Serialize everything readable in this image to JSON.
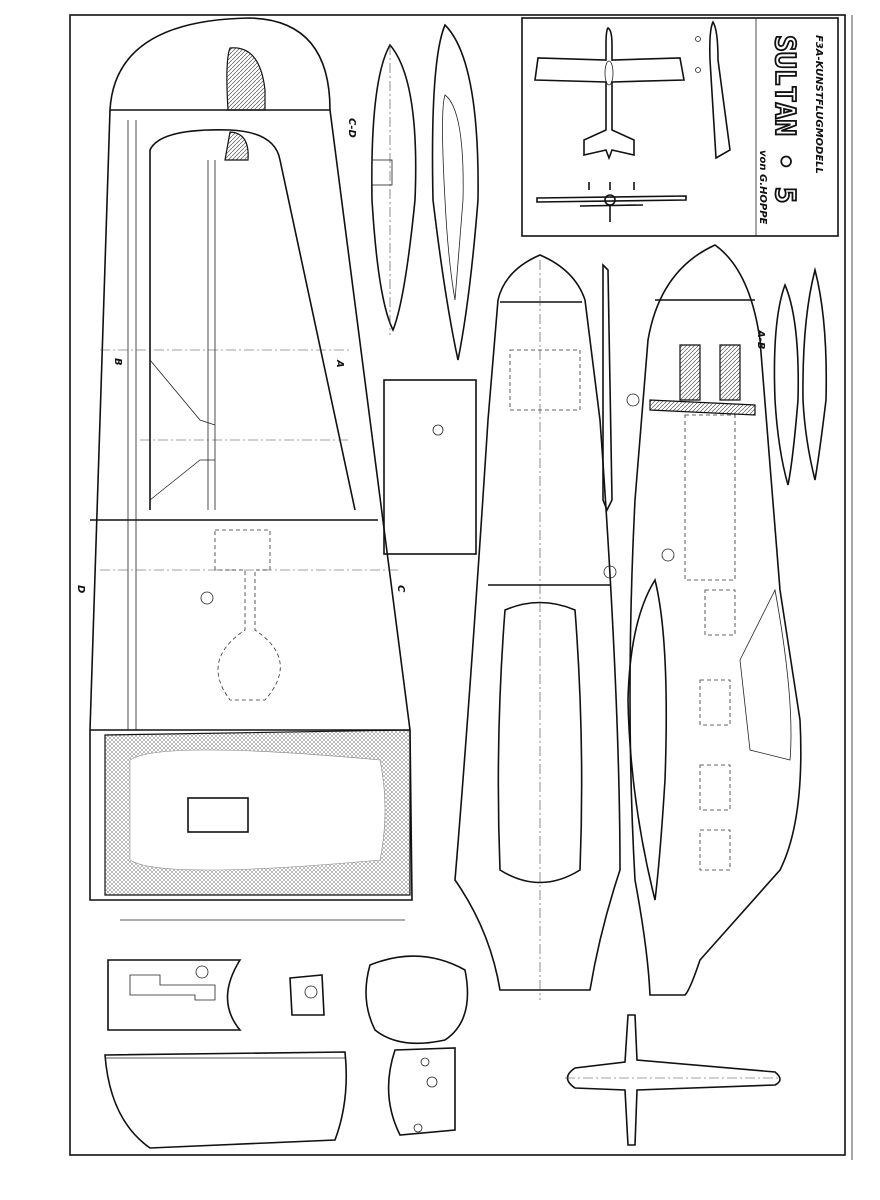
{
  "title_block": {
    "subtitle": "F3A-KUNSTFLUGMODELL",
    "title": "SULTAN • 5",
    "author": "von G.HOPPE"
  },
  "section_labels": {
    "a": "A",
    "b": "B",
    "c": "C",
    "d": "D",
    "ab": "A-B",
    "cd": "C-D"
  }
}
